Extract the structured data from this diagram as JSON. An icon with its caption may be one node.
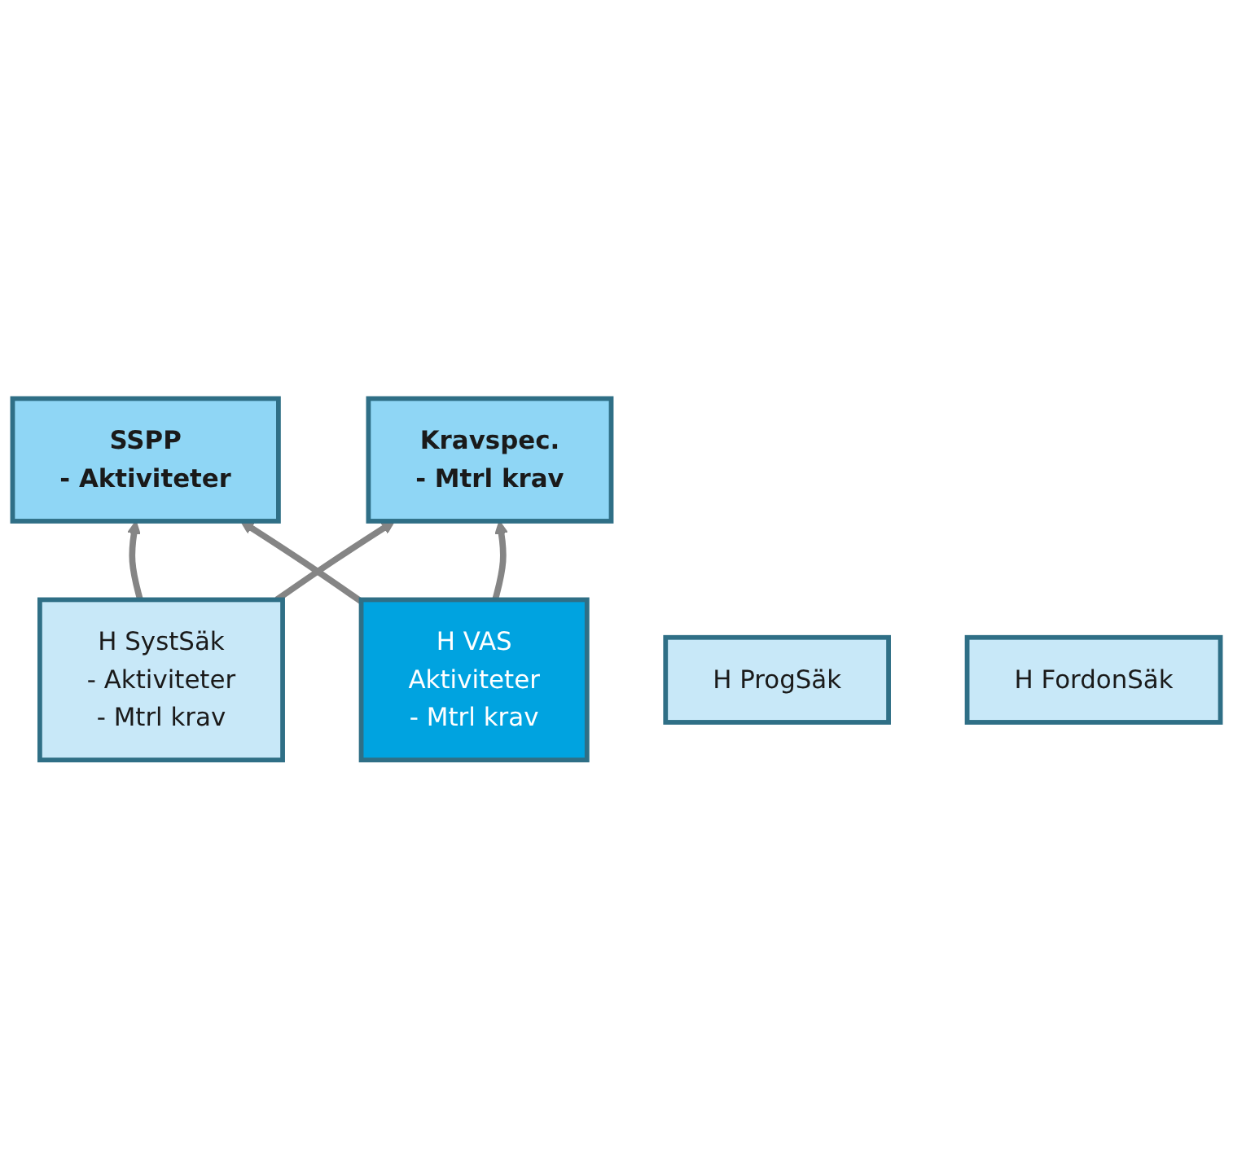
{
  "diagram": {
    "nodes": [
      {
        "text": [
          "SSPP",
          "- Aktiviteter"
        ]
      },
      {
        "text": [
          "Kravspec.",
          "- Mtrl krav"
        ]
      },
      {
        "text": [
          "H SystSäk",
          "- Aktiviteter",
          "- Mtrl krav"
        ]
      },
      {
        "text": [
          "H VAS",
          "Aktiviteter",
          "- Mtrl krav"
        ]
      },
      {
        "text": [
          "H ProgSäk"
        ]
      },
      {
        "text": [
          "H FordonSäk"
        ]
      }
    ],
    "edges": [
      {
        "from": 2,
        "to": 0,
        "arrow": "to"
      },
      {
        "from": 3,
        "to": 0,
        "arrow": "to"
      },
      {
        "from": 2,
        "to": 1,
        "arrow": "to"
      },
      {
        "from": 3,
        "to": 1,
        "arrow": "to"
      }
    ]
  }
}
